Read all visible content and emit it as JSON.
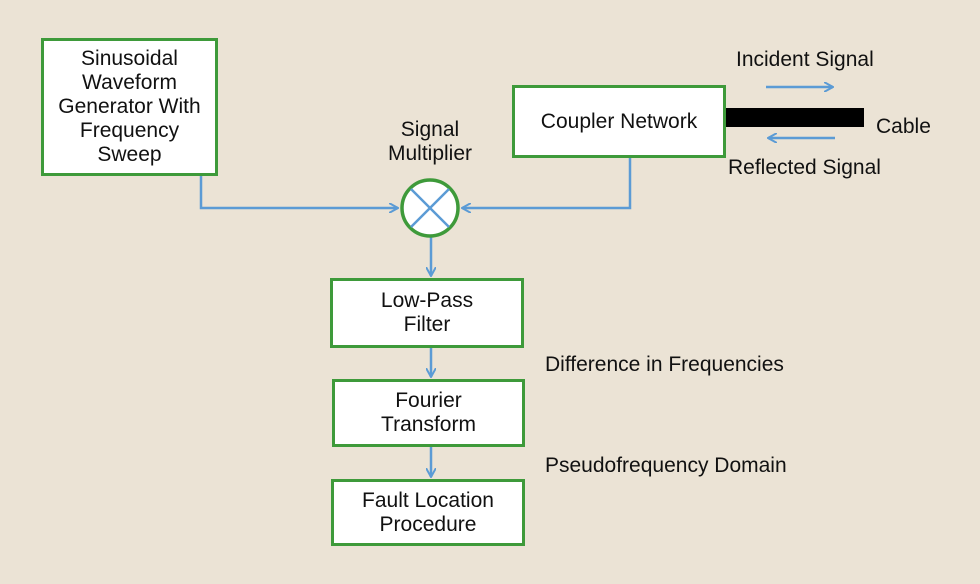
{
  "colors": {
    "background": "#ebe3d5",
    "box_border": "#3e9a3a",
    "arrow": "#5b9bd5",
    "cable": "#000000"
  },
  "blocks": {
    "generator": "Sinusoidal\nWaveform\nGenerator With\nFrequency\nSweep",
    "coupler": "Coupler Network",
    "lowpass": "Low-Pass\nFilter",
    "fourier": "Fourier\nTransform",
    "fault": "Fault Location\nProcedure"
  },
  "labels": {
    "multiplier": "Signal\nMultiplier",
    "incident": "Incident Signal",
    "reflected": "Reflected Signal",
    "cable": "Cable",
    "difference": "Difference in Frequencies",
    "pseudo": "Pseudofrequency Domain"
  }
}
